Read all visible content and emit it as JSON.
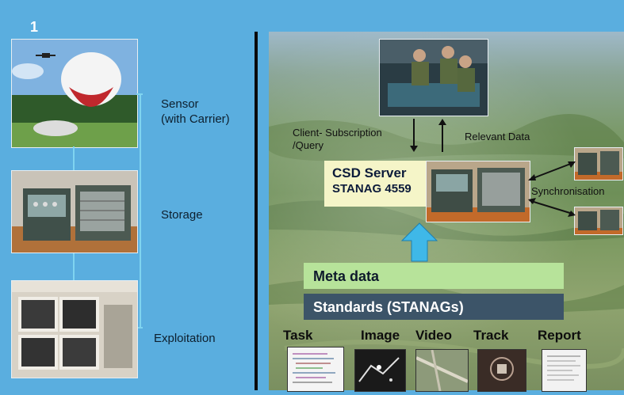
{
  "figure_number": "1",
  "left_chain": {
    "sensor_label": "Sensor\n(with Carrier)",
    "storage_label": "Storage",
    "exploitation_label": "Exploitation"
  },
  "right_diagram": {
    "client_label": "Client- Subscription\n/Query",
    "relevant_label": "Relevant Data",
    "csd_server_line1": "CSD Server",
    "csd_server_line2": "STANAG 4559",
    "sync_label": "Synchronisation",
    "meta_label": "Meta data",
    "standards_label": "Standards (STANAGs)",
    "products": [
      "Task",
      "Image",
      "Video",
      "Track",
      "Report"
    ]
  },
  "colors": {
    "background": "#5aaedf",
    "meta_bar": "#b7e39a",
    "standards_bar": "#3c5468",
    "csd_box": "#f5f5c8",
    "arrow": "#3fb8e8"
  }
}
